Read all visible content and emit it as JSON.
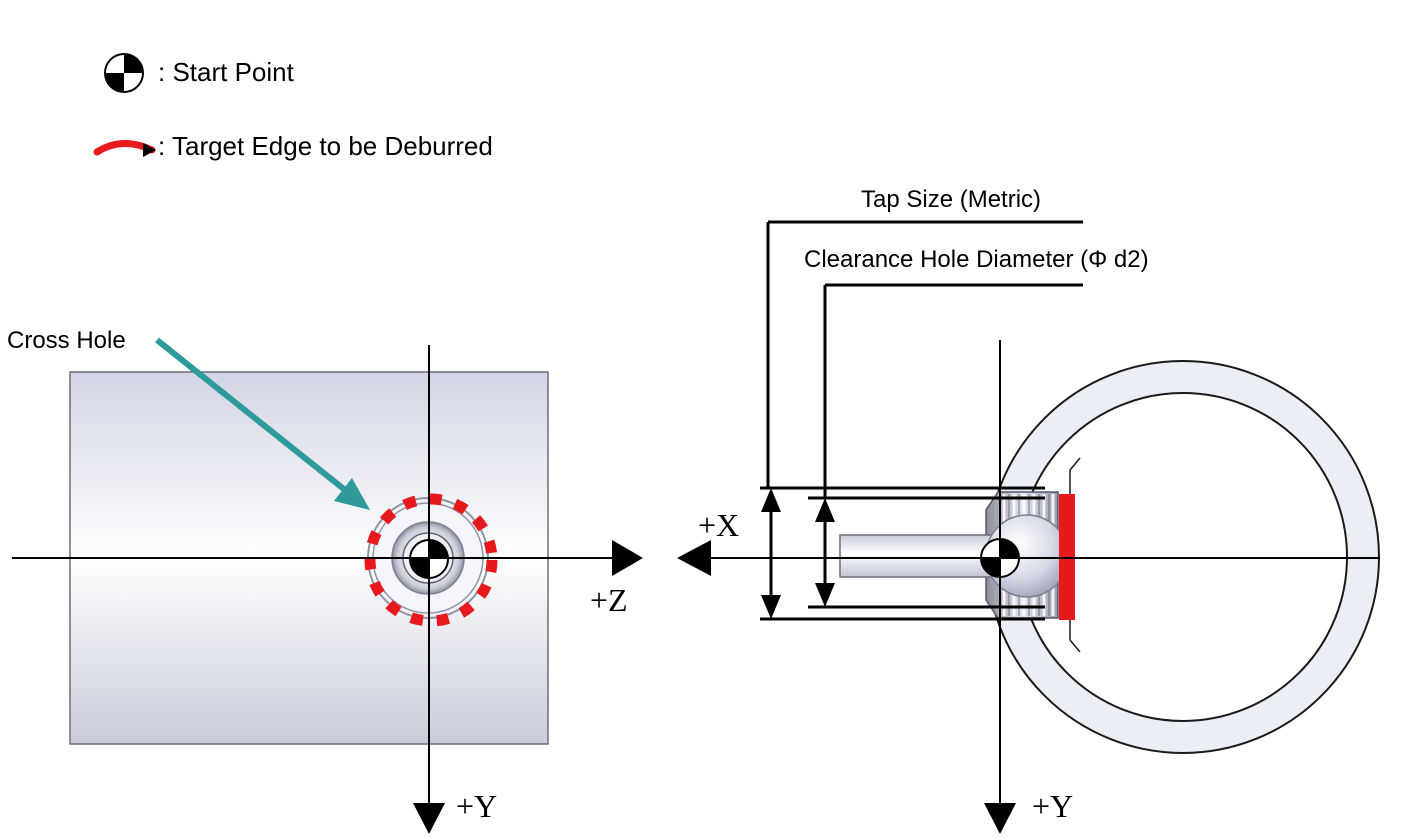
{
  "legend": {
    "start_point_icon": "start-point-symbol",
    "start_point_label": ": Start Point",
    "target_edge_icon": "red-arc",
    "target_edge_label": ": Target Edge to be Deburred"
  },
  "labels": {
    "cross_hole": "Cross Hole",
    "tap_size": "Tap Size (Metric)",
    "clearance_hole": "Clearance Hole Diameter (Φ d2)"
  },
  "axes": {
    "left_view": {
      "horizontal": "+Z",
      "vertical": "+Y"
    },
    "right_view": {
      "horizontal": "+X",
      "vertical": "+Y"
    }
  },
  "colors": {
    "deburr_edge": "#e8191c",
    "arrow_teal": "#2f9a9c",
    "part_body": "#e6e8f0",
    "ring_fill": "#eceef6"
  }
}
